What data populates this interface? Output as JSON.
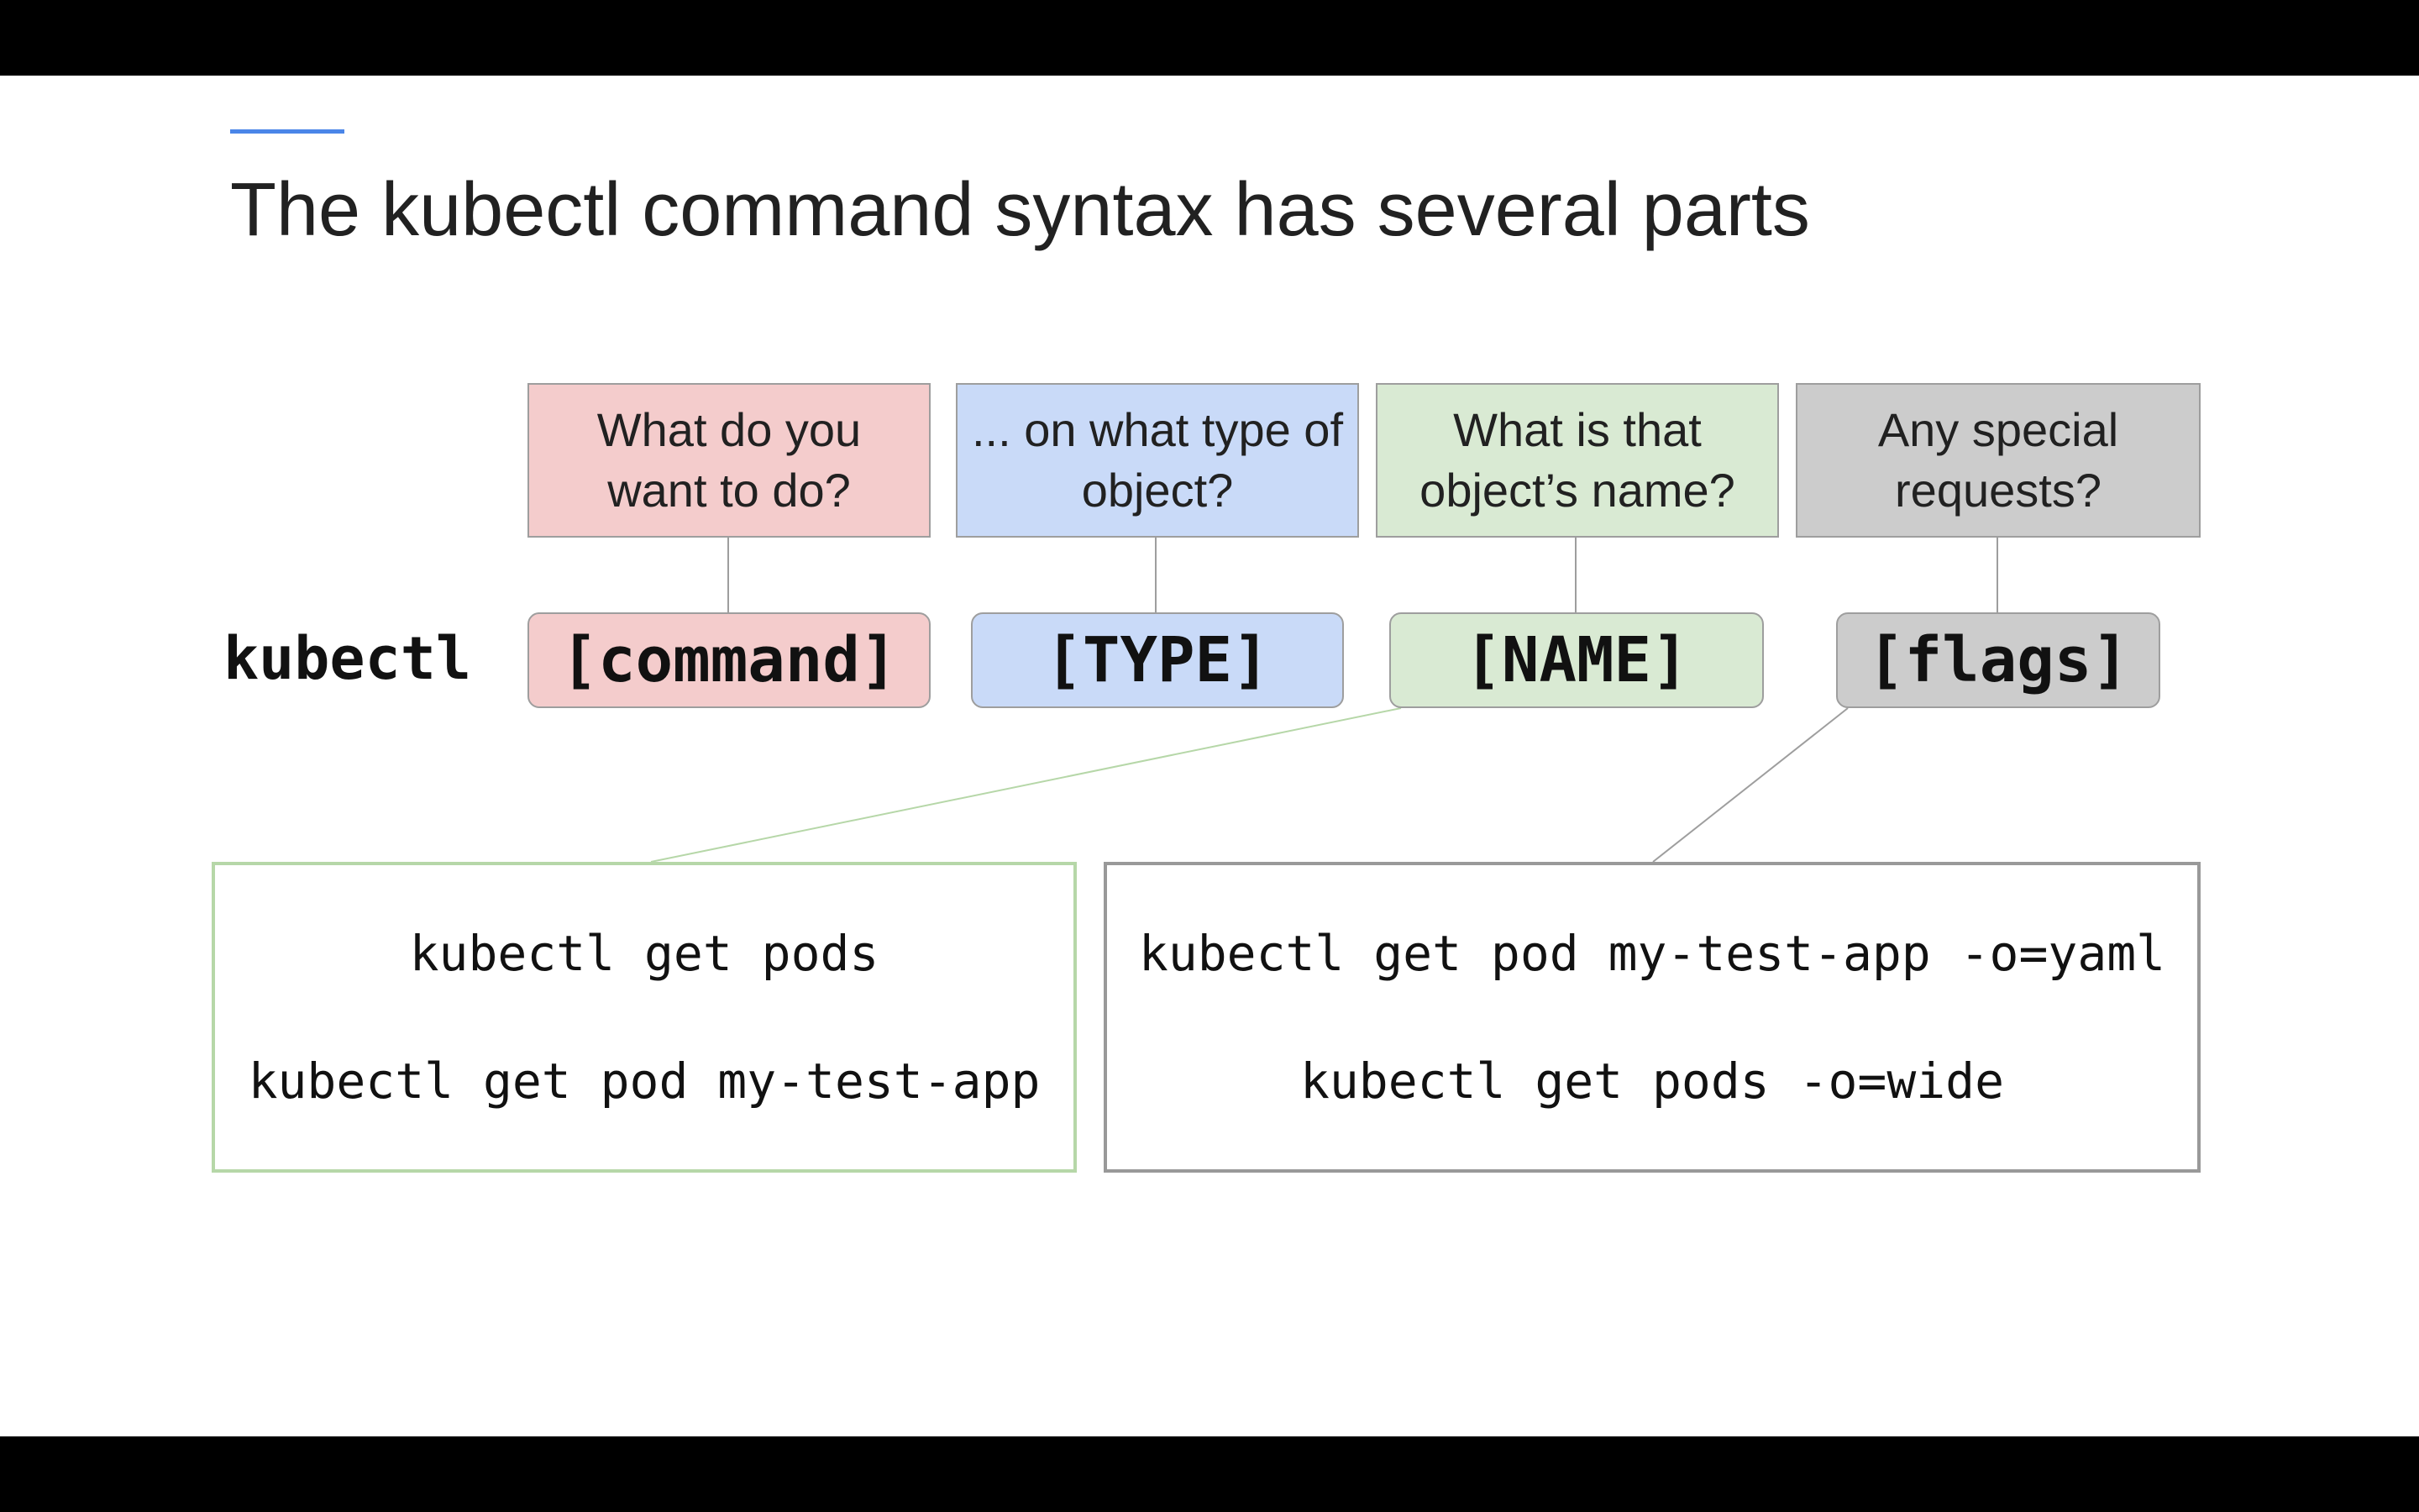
{
  "slide": {
    "title": "The kubectl command syntax has several parts"
  },
  "syntax": {
    "prefix": "kubectl",
    "parts": [
      {
        "question": "What do you want to do?",
        "token": "[command]",
        "fill": "#f4cccc"
      },
      {
        "question": "... on what type of object?",
        "token": "[TYPE]",
        "fill": "#c9daf8"
      },
      {
        "question": "What is that object’s name?",
        "token": "[NAME]",
        "fill": "#d9ead3"
      },
      {
        "question": "Any special requests?",
        "token": "[flags]",
        "fill": "#cccccc"
      }
    ]
  },
  "examples": {
    "name_examples": [
      "kubectl get pods",
      "kubectl get pod my-test-app"
    ],
    "flag_examples": [
      "kubectl get pod my-test-app -o=yaml",
      "kubectl get pods -o=wide"
    ]
  },
  "colors": {
    "accent": "#4a86e8",
    "name_border": "#b6d7a8",
    "flags_border": "#999999"
  }
}
